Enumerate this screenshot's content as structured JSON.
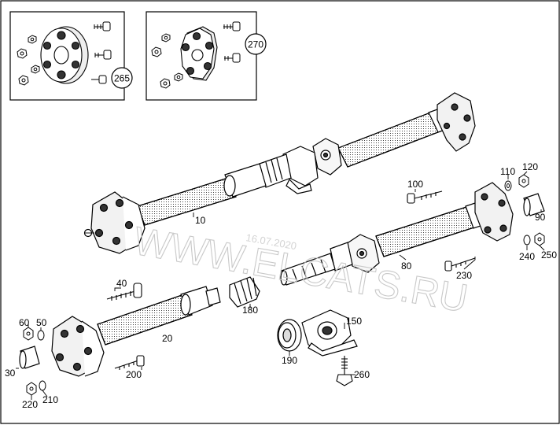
{
  "watermark": {
    "brand": "WWW.ELCATS.RU",
    "date": "16.07.2020"
  },
  "inset_boxes": [
    {
      "ref": "265"
    },
    {
      "ref": "270"
    }
  ],
  "callouts": {
    "c10": "10",
    "c20": "20",
    "c30": "30",
    "c40": "40",
    "c50": "50",
    "c60": "60",
    "c80": "80",
    "c90": "90",
    "c100": "100",
    "c110": "110",
    "c120": "120",
    "c150": "150",
    "c180": "180",
    "c190": "190",
    "c200": "200",
    "c210": "210",
    "c220": "220",
    "c230": "230",
    "c240": "240",
    "c250": "250",
    "c260": "260"
  }
}
